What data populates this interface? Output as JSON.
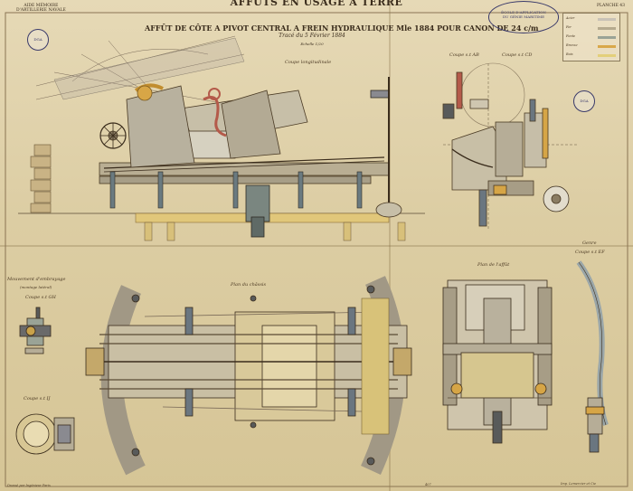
{
  "header": {
    "top_title": "AFFÛTS EN USAGE A TERRE",
    "corner_left": [
      "AIDE MÉMOIRE",
      "D'ARTILLERIE NAVALE"
    ],
    "planche": "PLANCHE 43",
    "main_title": "AFFÛT DE CÔTE A PIVOT CENTRAL A FREIN HYDRAULIQUE Mle 1884 POUR CANON DE 24 c/m",
    "subtitle": "Tracé du 5 Février 1884",
    "scale": "Echelle 1/20"
  },
  "stamp": [
    "ÉCOLE D'APPLICATION",
    "DU GÉNIE MARITIME"
  ],
  "dga_badge": "DGA",
  "legend": {
    "items": [
      {
        "label": "Acier",
        "color": "#c9c2b6"
      },
      {
        "label": "Fer",
        "color": "#b5aa8e"
      },
      {
        "label": "Fonte",
        "color": "#9aa396"
      },
      {
        "label": "Bronze",
        "color": "#d9a84a"
      },
      {
        "label": "Bois",
        "color": "#e3cf7a"
      }
    ]
  },
  "views": {
    "coupe_longitudinale": "Coupe longitudinale",
    "coupe_ab": "Coupe s.t AB",
    "coupe_cd": "Coupe s.t CD",
    "mouvement": "Mouvement d'embrayage",
    "mouvement_sub": "(montage latéral)",
    "coupe_gh": "Coupe s.t GH",
    "coupe_ij": "Coupe s.t IJ",
    "plan_chassis": "Plan du châssis",
    "plan_affut": "Plan de l'affût",
    "genre": "Genre",
    "coupe_ef": "Coupe s.t EF"
  },
  "footer": {
    "left": "Dressé par Ingénieur Paris",
    "right": "Imp. Lemercier et Cie",
    "page": "407"
  }
}
